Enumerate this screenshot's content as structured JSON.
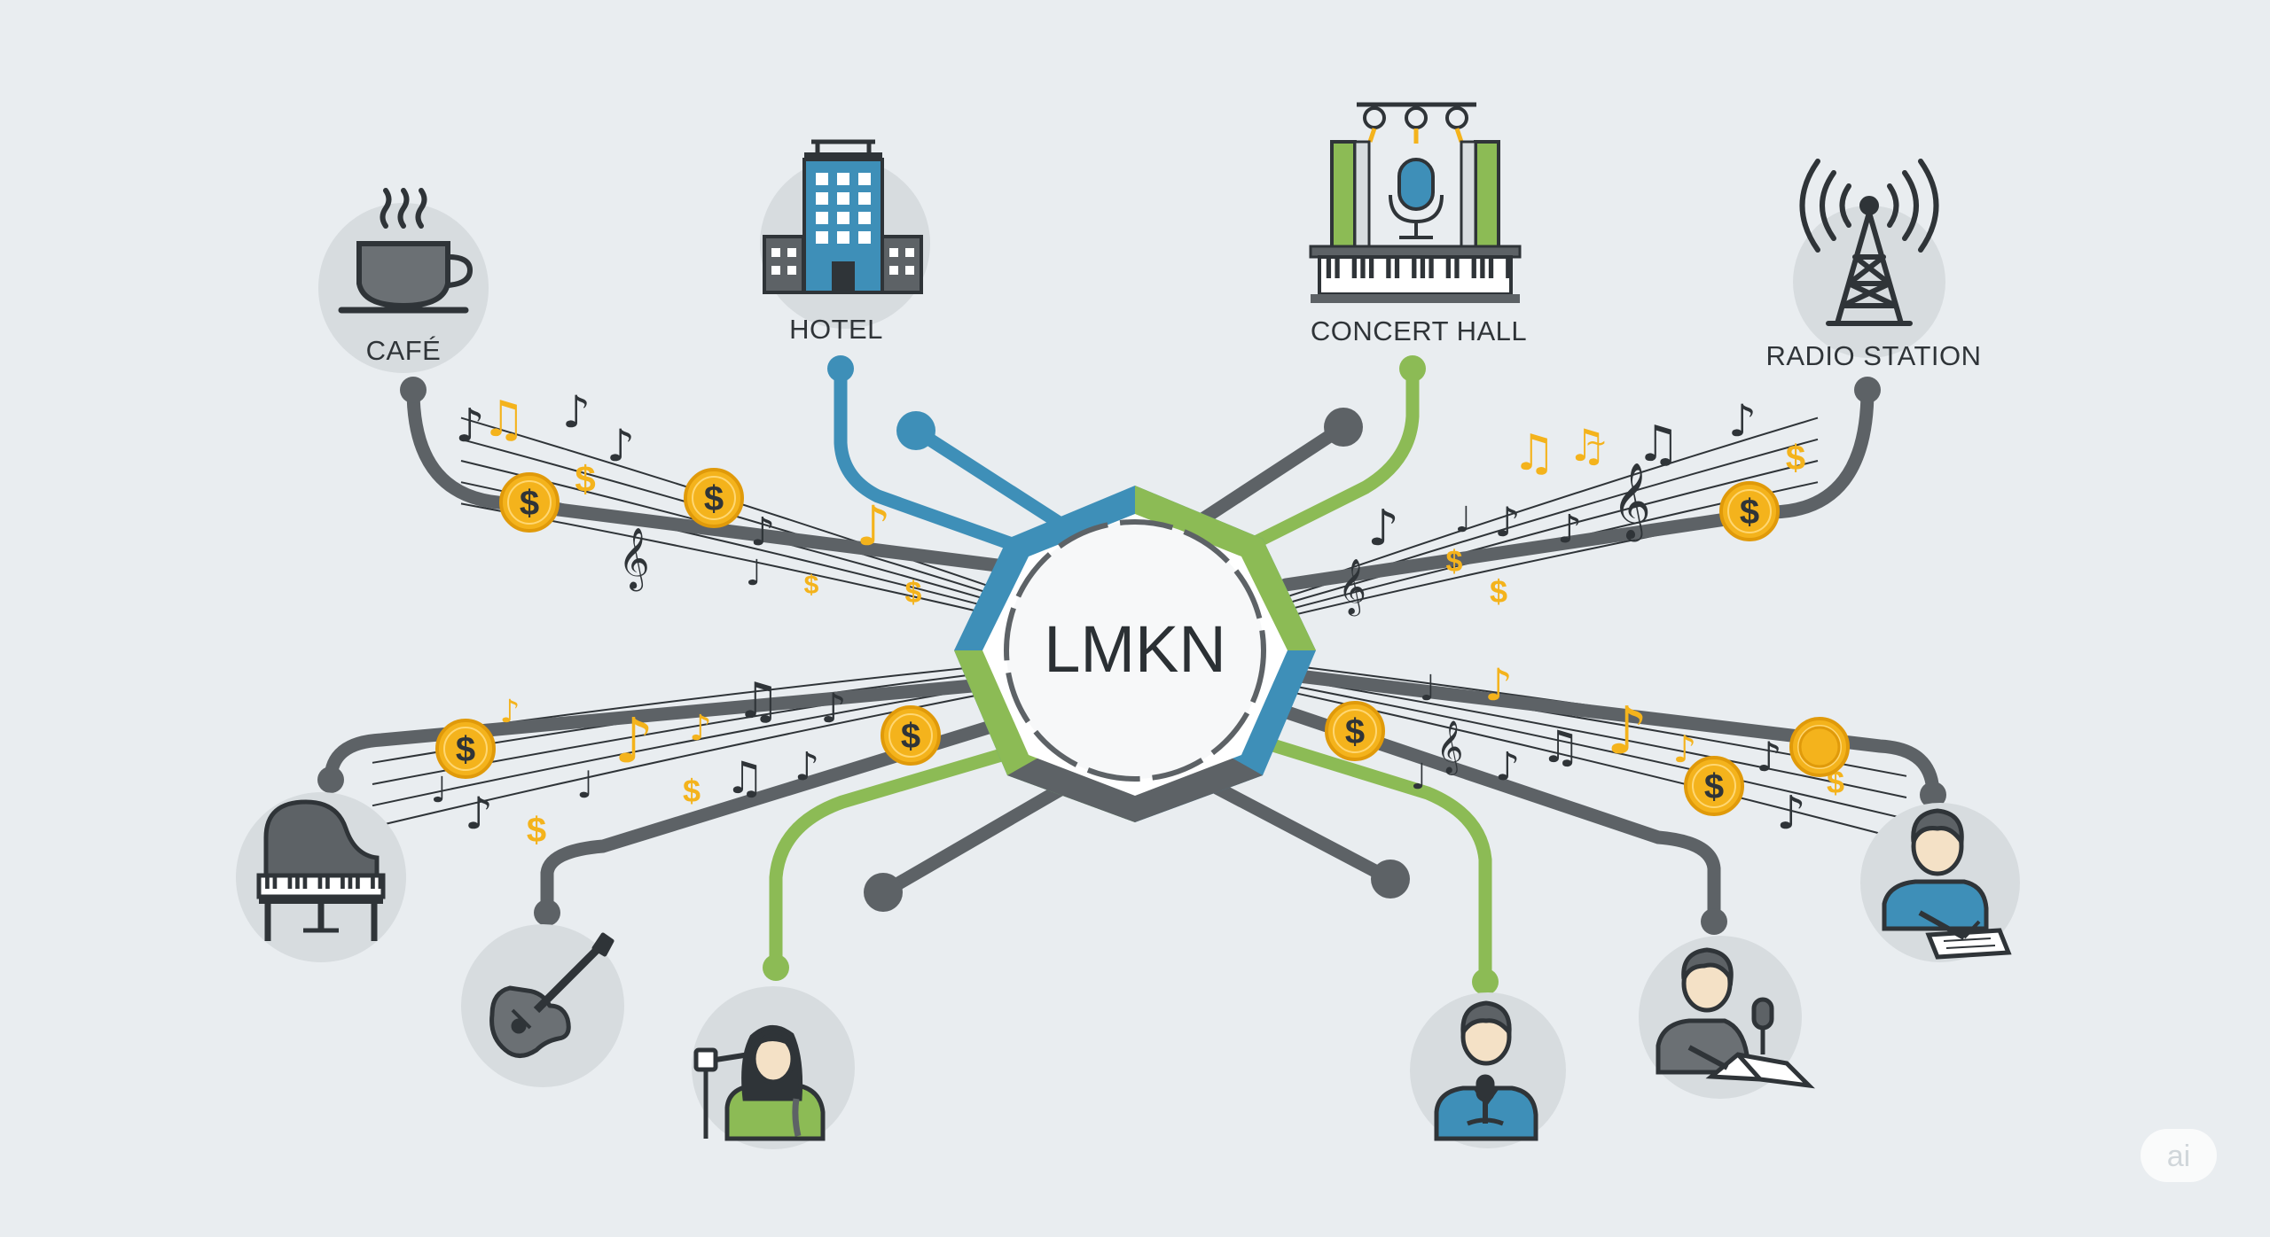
{
  "hub": {
    "label": "LMKN"
  },
  "venues": [
    {
      "id": "cafe",
      "label": "CAFÉ",
      "icon": "coffee-cup-icon"
    },
    {
      "id": "hotel",
      "label": "HOTEL",
      "icon": "hotel-building-icon"
    },
    {
      "id": "concert-hall",
      "label": "CONCERT HALL",
      "icon": "concert-stage-icon"
    },
    {
      "id": "radio-station",
      "label": "RADIO STATION",
      "icon": "radio-tower-icon"
    }
  ],
  "creators": [
    {
      "id": "piano",
      "icon": "grand-piano-icon"
    },
    {
      "id": "guitar",
      "icon": "electric-guitar-icon"
    },
    {
      "id": "singer-female",
      "icon": "female-singer-icon"
    },
    {
      "id": "singer-male",
      "icon": "male-singer-icon"
    },
    {
      "id": "podcaster",
      "icon": "podcaster-icon"
    },
    {
      "id": "songwriter",
      "icon": "songwriter-icon"
    }
  ],
  "symbols": {
    "dollar": "$",
    "note_eighth": "♪",
    "note_beamed": "♫",
    "note_quarter": "♩",
    "treble_clef": "𝄞"
  },
  "badge": {
    "label": "ai"
  },
  "colors": {
    "blue": "#3e8fb8",
    "green": "#8cbb55",
    "gray": "#5d6266",
    "coin": "#f4b31c",
    "background": "#e9edf0"
  }
}
